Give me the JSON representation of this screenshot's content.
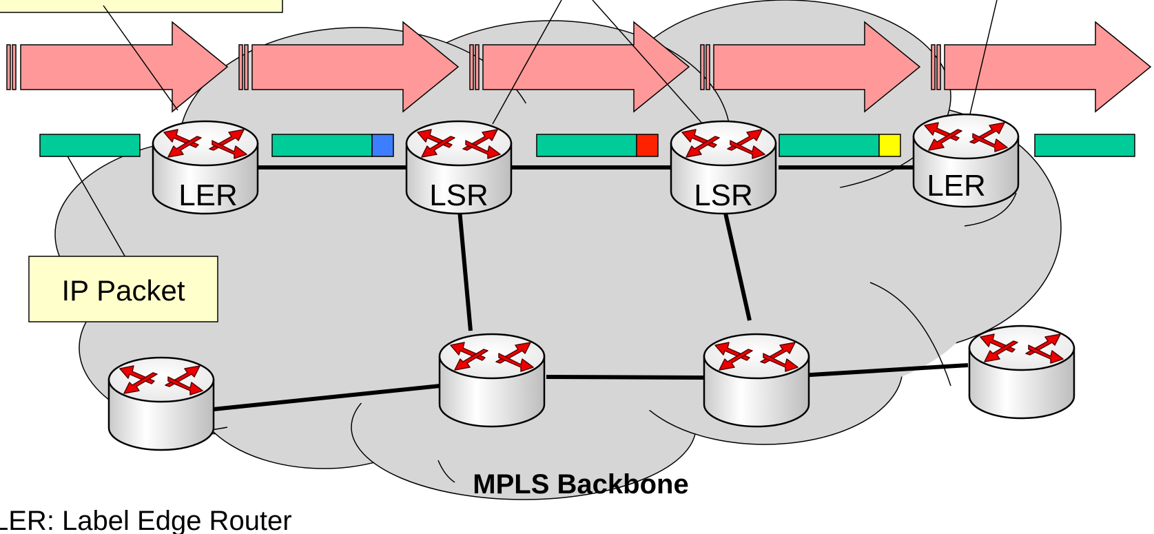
{
  "diagram": {
    "callout_ip_packet": "IP Packet",
    "backbone_label": "MPLS Backbone",
    "legend_ler": "LER: Label Edge Router",
    "routers": [
      {
        "label": "LER"
      },
      {
        "label": "LSR"
      },
      {
        "label": "LSR"
      },
      {
        "label": "LER"
      },
      {
        "label": ""
      },
      {
        "label": ""
      },
      {
        "label": ""
      },
      {
        "label": ""
      }
    ],
    "colors": {
      "cloud": "#d6d6d6",
      "arrow": "#ff9999",
      "packet": "#00cc99",
      "label_blue": "#3d7eff",
      "label_red": "#ff2200",
      "label_yellow": "#ffff00",
      "router_arrow": "#ee0000",
      "callout_bg": "#ffffcc"
    },
    "packets": [
      {
        "label_color": ""
      },
      {
        "label_color": "#3d7eff"
      },
      {
        "label_color": "#ff2200"
      },
      {
        "label_color": "#ffff00"
      },
      {
        "label_color": ""
      }
    ]
  }
}
